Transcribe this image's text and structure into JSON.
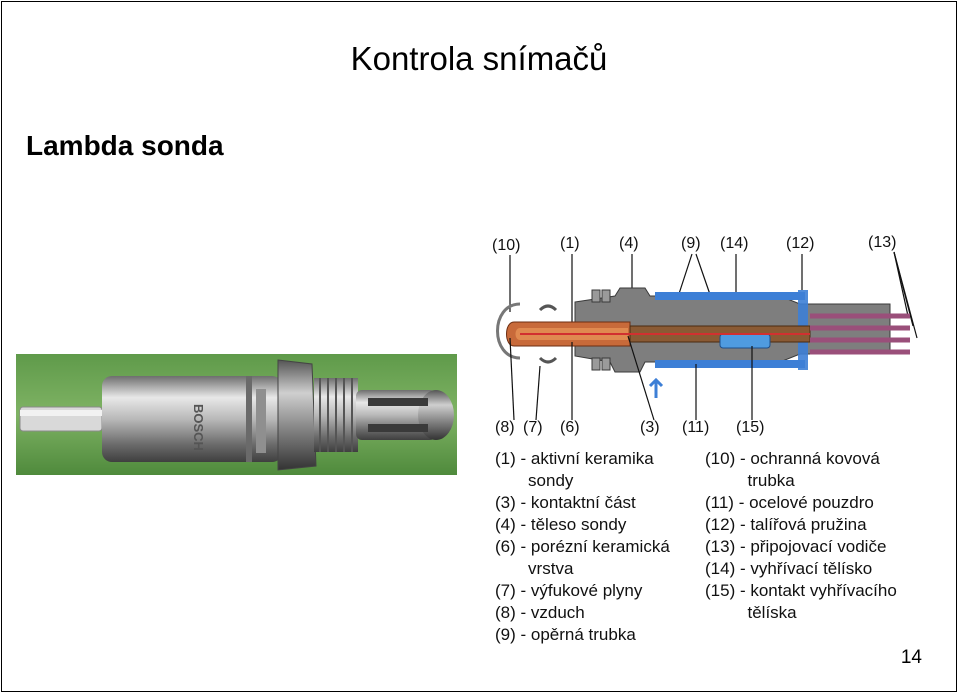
{
  "slide": {
    "title": "Kontrola snímačů",
    "subtitle": "Lambda sonda",
    "page_number": "14"
  },
  "photo": {
    "brand_text": "BOSCH"
  },
  "diagram": {
    "callouts_top": [
      "(10)",
      "(1)",
      "(4)",
      "(9)",
      "(14)",
      "(12)",
      "(13)"
    ],
    "callouts_bottom": [
      "(8)",
      "(7)",
      "(6)",
      "(3)",
      "(11)",
      "(15)"
    ]
  },
  "legend": {
    "left": [
      "(1) - aktivní keramika",
      "       sondy",
      "(3) - kontaktní část",
      "(4) - těleso sondy",
      "(6) - porézní keramická",
      "       vrstva",
      "(7) - výfukové plyny",
      "(8) - vzduch",
      "(9) - opěrná trubka"
    ],
    "right": [
      "(10) - ochranná kovová",
      "         trubka",
      "(11) - ocelové pouzdro",
      "(12) - talířová pružina",
      "(13) - připojovací vodiče",
      "(14) - vyhřívací tělísko",
      "(15) - kontakt vyhřívacího",
      "         tělíska"
    ]
  }
}
